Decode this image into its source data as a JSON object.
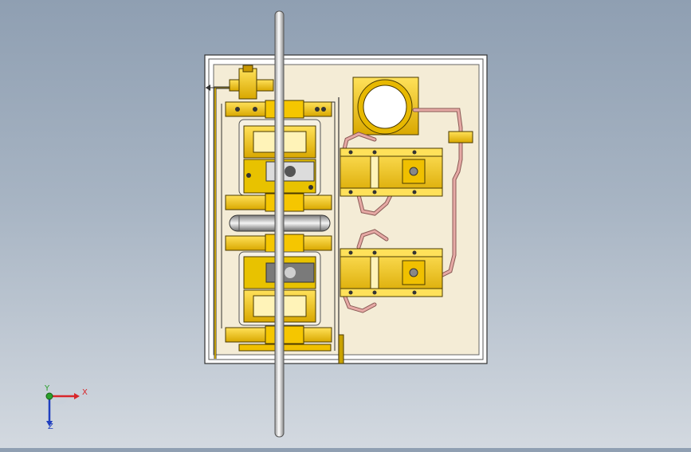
{
  "viewport": {
    "background_top": "#8f9fb2",
    "background_bottom": "#d3d9e0"
  },
  "model": {
    "panel_color": "#f3ecd8",
    "frame_color": "#ffffff",
    "part_color": "#f0c000",
    "part_edge": "#4a3a00",
    "shaft_color": "#e8e8e8",
    "pipe_color": "#e6a9a5"
  },
  "triad": {
    "x_label": "X",
    "y_label": "Y",
    "z_label": "Z",
    "x_color": "#d8262a",
    "y_color": "#2aa02a",
    "z_color": "#1f3fbf"
  }
}
